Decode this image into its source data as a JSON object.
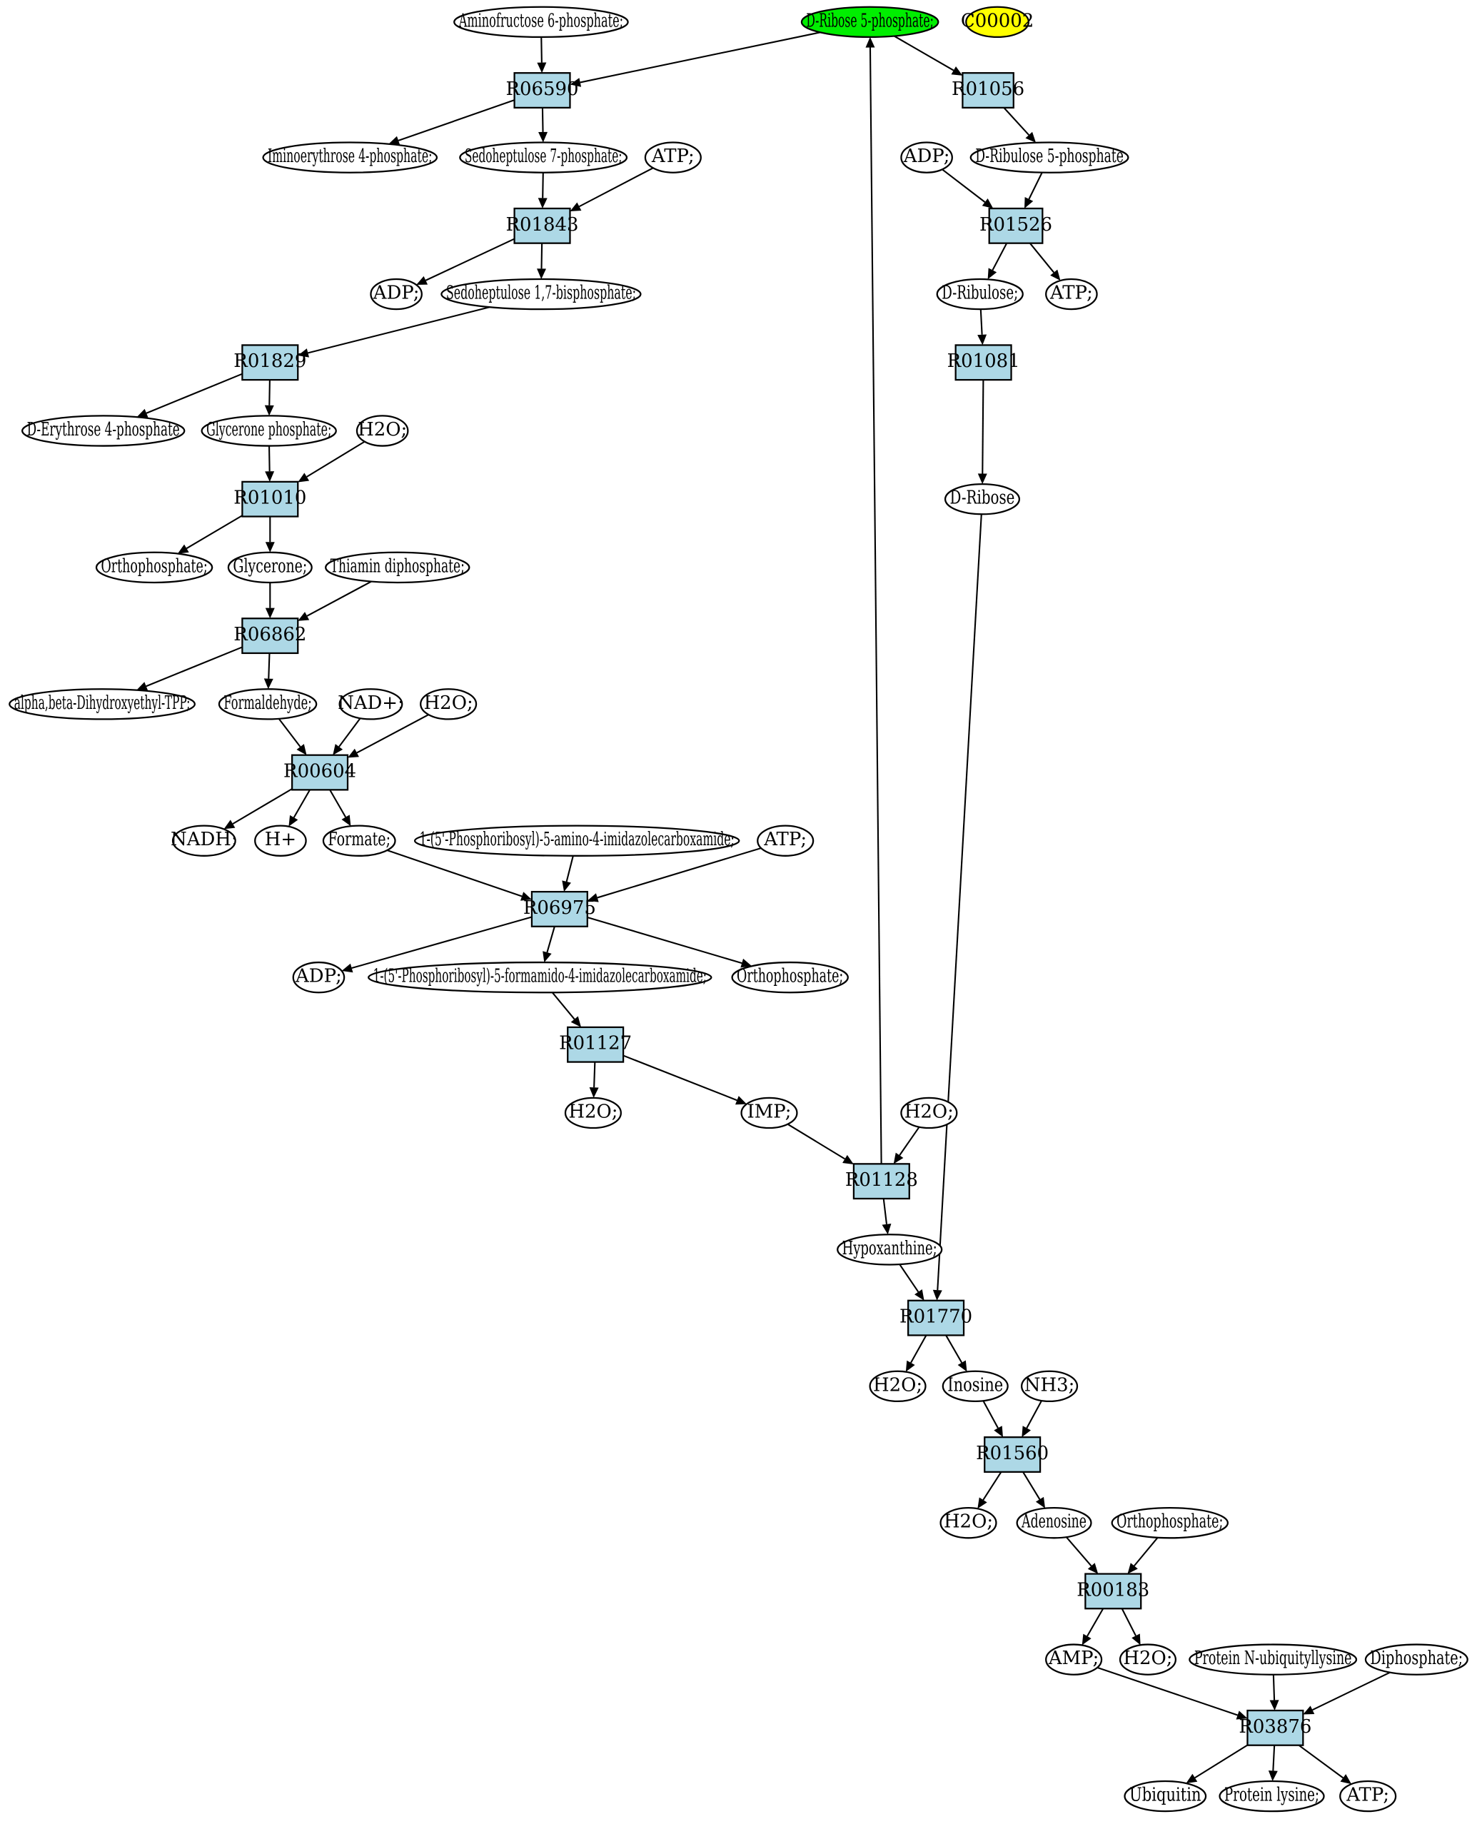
{
  "colors": {
    "compound": "#ffffff",
    "reaction": "#add8e6",
    "start": "#00ee00",
    "target": "#ffff00",
    "line": "#000000"
  },
  "nodes": [
    {
      "id": "c1",
      "kind": "compound",
      "label": "Aminofructose 6-phosphate;"
    },
    {
      "id": "c2",
      "kind": "start",
      "label": "D-Ribose 5-phosphate;"
    },
    {
      "id": "c3",
      "kind": "target",
      "label": "C00002"
    },
    {
      "id": "r1",
      "kind": "reaction",
      "label": "R06590"
    },
    {
      "id": "r2",
      "kind": "reaction",
      "label": "R01056"
    },
    {
      "id": "c4",
      "kind": "compound",
      "label": "Iminoerythrose 4-phosphate;"
    },
    {
      "id": "c5",
      "kind": "compound",
      "label": "Sedoheptulose 7-phosphate;"
    },
    {
      "id": "c6",
      "kind": "compound",
      "label": "ATP;"
    },
    {
      "id": "c7",
      "kind": "compound",
      "label": "ADP;"
    },
    {
      "id": "c8",
      "kind": "compound",
      "label": "D-Ribulose 5-phosphate"
    },
    {
      "id": "r3",
      "kind": "reaction",
      "label": "R01843"
    },
    {
      "id": "r4",
      "kind": "reaction",
      "label": "R01526"
    },
    {
      "id": "c9",
      "kind": "compound",
      "label": "ADP;"
    },
    {
      "id": "c10",
      "kind": "compound",
      "label": "Sedoheptulose 1,7-bisphosphate;"
    },
    {
      "id": "c11",
      "kind": "compound",
      "label": "D-Ribulose;"
    },
    {
      "id": "c12",
      "kind": "compound",
      "label": "ATP;"
    },
    {
      "id": "r5",
      "kind": "reaction",
      "label": "R01829"
    },
    {
      "id": "r6",
      "kind": "reaction",
      "label": "R01081"
    },
    {
      "id": "c13",
      "kind": "compound",
      "label": "D-Erythrose 4-phosphate"
    },
    {
      "id": "c14",
      "kind": "compound",
      "label": "Glycerone phosphate;"
    },
    {
      "id": "c15",
      "kind": "compound",
      "label": "H2O;"
    },
    {
      "id": "r7",
      "kind": "reaction",
      "label": "R01010"
    },
    {
      "id": "c16",
      "kind": "compound",
      "label": "D-Ribose"
    },
    {
      "id": "c17",
      "kind": "compound",
      "label": "Orthophosphate;"
    },
    {
      "id": "c18",
      "kind": "compound",
      "label": "Glycerone;"
    },
    {
      "id": "c19",
      "kind": "compound",
      "label": "Thiamin diphosphate;"
    },
    {
      "id": "r8",
      "kind": "reaction",
      "label": "R06862"
    },
    {
      "id": "c20",
      "kind": "compound",
      "label": "alpha,beta-Dihydroxyethyl-TPP;"
    },
    {
      "id": "c21",
      "kind": "compound",
      "label": "Formaldehyde;"
    },
    {
      "id": "c22",
      "kind": "compound",
      "label": "NAD+;"
    },
    {
      "id": "c23",
      "kind": "compound",
      "label": "H2O;"
    },
    {
      "id": "r9",
      "kind": "reaction",
      "label": "R00604"
    },
    {
      "id": "c24",
      "kind": "compound",
      "label": "NADH;"
    },
    {
      "id": "c25",
      "kind": "compound",
      "label": "H+"
    },
    {
      "id": "c26",
      "kind": "compound",
      "label": "Formate;"
    },
    {
      "id": "c27",
      "kind": "compound",
      "label": "1-(5'-Phosphoribosyl)-5-amino-4-imidazolecarboxamide;"
    },
    {
      "id": "c28",
      "kind": "compound",
      "label": "ATP;"
    },
    {
      "id": "r10",
      "kind": "reaction",
      "label": "R06975"
    },
    {
      "id": "c29",
      "kind": "compound",
      "label": "ADP;"
    },
    {
      "id": "c30",
      "kind": "compound",
      "label": "1-(5'-Phosphoribosyl)-5-formamido-4-imidazolecarboxamide;"
    },
    {
      "id": "c31",
      "kind": "compound",
      "label": "Orthophosphate;"
    },
    {
      "id": "r11",
      "kind": "reaction",
      "label": "R01127"
    },
    {
      "id": "c32",
      "kind": "compound",
      "label": "H2O;"
    },
    {
      "id": "c33",
      "kind": "compound",
      "label": "IMP;"
    },
    {
      "id": "c34",
      "kind": "compound",
      "label": "H2O;"
    },
    {
      "id": "r12",
      "kind": "reaction",
      "label": "R01128"
    },
    {
      "id": "c35",
      "kind": "compound",
      "label": "Hypoxanthine;"
    },
    {
      "id": "r13",
      "kind": "reaction",
      "label": "R01770"
    },
    {
      "id": "c36",
      "kind": "compound",
      "label": "H2O;"
    },
    {
      "id": "c37",
      "kind": "compound",
      "label": "Inosine"
    },
    {
      "id": "c38",
      "kind": "compound",
      "label": "NH3;"
    },
    {
      "id": "r14",
      "kind": "reaction",
      "label": "R01560"
    },
    {
      "id": "c39",
      "kind": "compound",
      "label": "H2O;"
    },
    {
      "id": "c40",
      "kind": "compound",
      "label": "Adenosine"
    },
    {
      "id": "c41",
      "kind": "compound",
      "label": "Orthophosphate;"
    },
    {
      "id": "r15",
      "kind": "reaction",
      "label": "R00183"
    },
    {
      "id": "c42",
      "kind": "compound",
      "label": "AMP;"
    },
    {
      "id": "c43",
      "kind": "compound",
      "label": "H2O;"
    },
    {
      "id": "c44",
      "kind": "compound",
      "label": "Protein N-ubiquityllysine"
    },
    {
      "id": "c45",
      "kind": "compound",
      "label": "Diphosphate;"
    },
    {
      "id": "r16",
      "kind": "reaction",
      "label": "R03876"
    },
    {
      "id": "c46",
      "kind": "compound",
      "label": "Ubiquitin"
    },
    {
      "id": "c47",
      "kind": "compound",
      "label": "Protein lysine;"
    },
    {
      "id": "c48",
      "kind": "compound",
      "label": "ATP;"
    }
  ],
  "edges": [
    [
      "c1",
      "r1"
    ],
    [
      "c2",
      "r1"
    ],
    [
      "c2",
      "r2"
    ],
    [
      "r1",
      "c4"
    ],
    [
      "r1",
      "c5"
    ],
    [
      "r2",
      "c8"
    ],
    [
      "c5",
      "r3"
    ],
    [
      "c6",
      "r3"
    ],
    [
      "c7",
      "r4"
    ],
    [
      "c8",
      "r4"
    ],
    [
      "r3",
      "c9"
    ],
    [
      "r3",
      "c10"
    ],
    [
      "r4",
      "c11"
    ],
    [
      "r4",
      "c12"
    ],
    [
      "c10",
      "r5"
    ],
    [
      "c11",
      "r6"
    ],
    [
      "r5",
      "c13"
    ],
    [
      "r5",
      "c14"
    ],
    [
      "c14",
      "r7"
    ],
    [
      "c15",
      "r7"
    ],
    [
      "r6",
      "c16"
    ],
    [
      "r7",
      "c17"
    ],
    [
      "r7",
      "c18"
    ],
    [
      "c18",
      "r8"
    ],
    [
      "c19",
      "r8"
    ],
    [
      "r8",
      "c20"
    ],
    [
      "r8",
      "c21"
    ],
    [
      "c21",
      "r9"
    ],
    [
      "c22",
      "r9"
    ],
    [
      "c23",
      "r9"
    ],
    [
      "r9",
      "c24"
    ],
    [
      "r9",
      "c25"
    ],
    [
      "r9",
      "c26"
    ],
    [
      "c26",
      "r10"
    ],
    [
      "c27",
      "r10"
    ],
    [
      "c28",
      "r10"
    ],
    [
      "r10",
      "c29"
    ],
    [
      "r10",
      "c30"
    ],
    [
      "r10",
      "c31"
    ],
    [
      "c30",
      "r11"
    ],
    [
      "r11",
      "c32"
    ],
    [
      "r11",
      "c33"
    ],
    [
      "c33",
      "r12"
    ],
    [
      "c34",
      "r12"
    ],
    [
      "r12",
      "c2"
    ],
    [
      "r12",
      "c35"
    ],
    [
      "c35",
      "r13"
    ],
    [
      "c16",
      "r13"
    ],
    [
      "r13",
      "c36"
    ],
    [
      "r13",
      "c37"
    ],
    [
      "c37",
      "r14"
    ],
    [
      "c38",
      "r14"
    ],
    [
      "r14",
      "c39"
    ],
    [
      "r14",
      "c40"
    ],
    [
      "c40",
      "r15"
    ],
    [
      "c41",
      "r15"
    ],
    [
      "r15",
      "c42"
    ],
    [
      "r15",
      "c43"
    ],
    [
      "c42",
      "r16"
    ],
    [
      "c44",
      "r16"
    ],
    [
      "c45",
      "r16"
    ],
    [
      "r16",
      "c46"
    ],
    [
      "r16",
      "c47"
    ],
    [
      "r16",
      "c48"
    ]
  ]
}
